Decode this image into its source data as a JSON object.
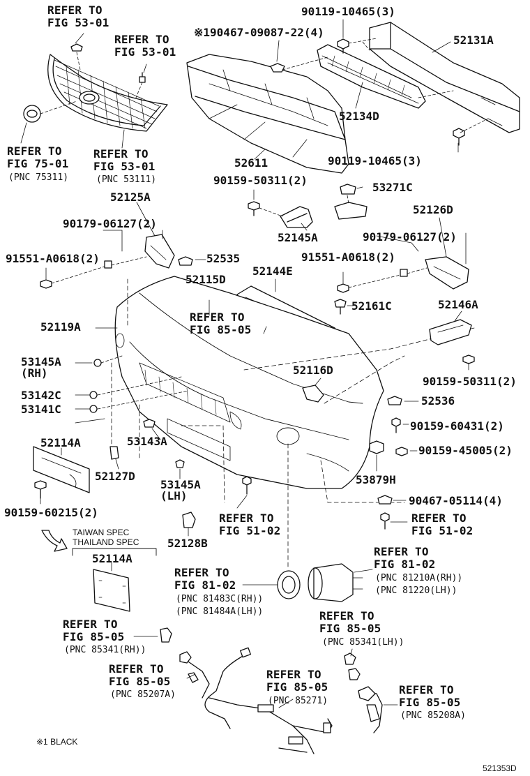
{
  "diagram_code": "521353D",
  "footnote": "※1 BLACK",
  "spec_note": [
    "TAIWAN SPEC",
    "THAILAND SPEC"
  ],
  "refer": {
    "r1": [
      "REFER TO",
      "FIG 53-01"
    ],
    "r2": [
      "REFER TO",
      "FIG 53-01"
    ],
    "r3": [
      "REFER TO",
      "FIG 75-01",
      "(PNC 75311)"
    ],
    "r4": [
      "REFER TO",
      "FIG 53-01",
      "(PNC 53111)"
    ],
    "r5": [
      "REFER TO",
      "FIG 85-05"
    ],
    "r6": [
      "REFER TO",
      "FIG 51-02"
    ],
    "r7": [
      "REFER TO",
      "FIG 51-02"
    ],
    "r8": [
      "REFER TO",
      "FIG 81-02",
      "(PNC 81210A(RH))",
      "(PNC 81220(LH))"
    ],
    "r9": [
      "REFER TO",
      "FIG 81-02",
      "(PNC 81483C(RH))",
      "(PNC 81484A(LH))"
    ],
    "r10": [
      "REFER TO",
      "FIG 85-05",
      "(PNC 85341(LH))"
    ],
    "r11": [
      "REFER TO",
      "FIG 85-05",
      "(PNC 85341(RH))"
    ],
    "r12": [
      "REFER TO",
      "FIG 85-05",
      "(PNC 85207A)"
    ],
    "r13": [
      "REFER TO",
      "FIG 85-05",
      "(PNC 85271)"
    ],
    "r14": [
      "REFER TO",
      "FIG 85-05",
      "(PNC 85208A)"
    ]
  },
  "parts": {
    "p90119a": "90119-10465(3)",
    "p90467": "※190467-09087-22(4)",
    "p52131A": "52131A",
    "p52134D": "52134D",
    "p90119b": "90119-10465(3)",
    "p52611": "52611",
    "p90159a": "90159-50311(2)",
    "p53271C": "53271C",
    "p52145A": "52145A",
    "p52125A": "52125A",
    "p90179a": "90179-06127(2)",
    "p52126D": "52126D",
    "p90179b": "90179-06127(2)",
    "p91551a": "91551-A0618(2)",
    "p91551b": "91551-A0618(2)",
    "p52535": "52535",
    "p52144E": "52144E",
    "p52115D": "52115D",
    "p52161C": "52161C",
    "p52119A": "52119A",
    "p52146A": "52146A",
    "p53145A_rh": "53145A",
    "p53145A_rh_sub": "(RH)",
    "p52116D": "52116D",
    "p90159b": "90159-50311(2)",
    "p53142C": "53142C",
    "p53141C": "53141C",
    "p52536": "52536",
    "p90159c": "90159-60431(2)",
    "p52114A": "52114A",
    "p53143A": "53143A",
    "p90159d": "90159-45005(2)",
    "p52127D": "52127D",
    "p53145A_lh": "53145A",
    "p53145A_lh_sub": "(LH)",
    "p53879H": "53879H",
    "p90159e": "90159-60215(2)",
    "p90467b": "90467-05114(4)",
    "p52128B": "52128B",
    "p52114A_b": "52114A"
  }
}
